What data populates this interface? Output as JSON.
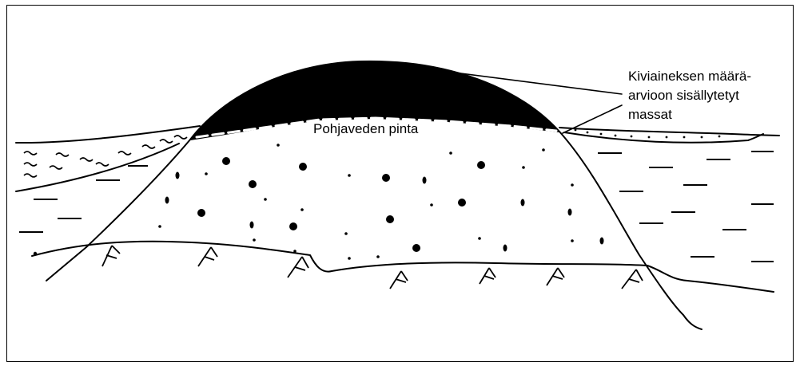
{
  "labels": {
    "groundwater_level": "Pohjaveden pinta",
    "annotation_lines": [
      "Kiviaineksen määrä-",
      "arvioon sisällytetyt",
      "massat"
    ]
  },
  "colors": {
    "ink": "#000000",
    "paper": "#ffffff"
  }
}
